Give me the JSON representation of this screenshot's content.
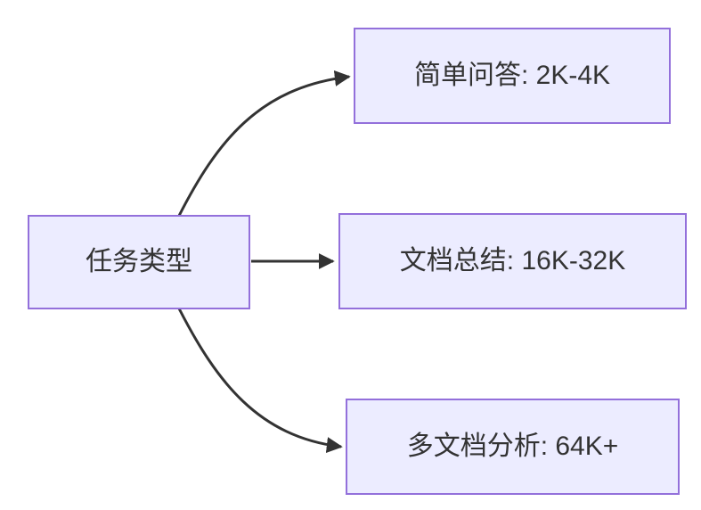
{
  "diagram": {
    "type": "flowchart",
    "direction": "left-to-right",
    "root": {
      "id": "task-type",
      "label": "任务类型"
    },
    "nodes": [
      {
        "id": "simple-qa",
        "label": "简单问答: 2K-4K"
      },
      {
        "id": "doc-summary",
        "label": "文档总结: 16K-32K"
      },
      {
        "id": "multi-doc",
        "label": "多文档分析: 64K+"
      }
    ],
    "edges": [
      {
        "from": "task-type",
        "to": "simple-qa"
      },
      {
        "from": "task-type",
        "to": "doc-summary"
      },
      {
        "from": "task-type",
        "to": "multi-doc"
      }
    ],
    "colors": {
      "node_fill": "#ECECFF",
      "node_border": "#9370DB",
      "edge_stroke": "#333333",
      "text": "#333333",
      "background": "#FFFFFF"
    }
  }
}
